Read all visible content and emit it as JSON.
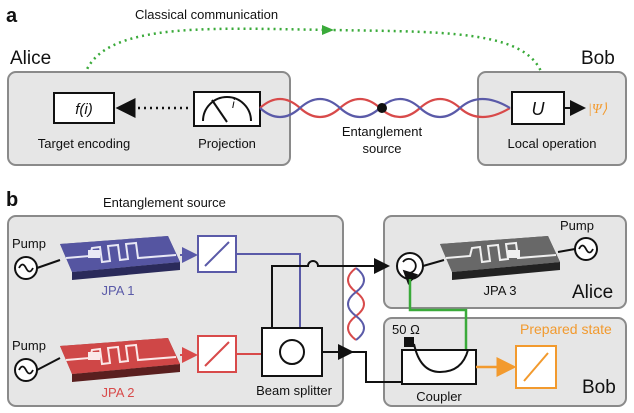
{
  "panel_a": {
    "letter": "a",
    "classical_communication": "Classical communication",
    "alice": "Alice",
    "bob": "Bob",
    "target_encoding": "Target encoding",
    "function_label": "f(i)",
    "projection": "Projection",
    "meter_symbol": "i",
    "entanglement_line1": "Entanglement",
    "entanglement_line2": "source",
    "local_operation": "Local operation",
    "unitary": "U",
    "psi": "|Ψ⟩"
  },
  "panel_b": {
    "letter": "b",
    "entanglement_source": "Entanglement source",
    "pump": "Pump",
    "jpa1": "JPA 1",
    "jpa2": "JPA 2",
    "jpa3": "JPA 3",
    "beam_splitter": "Beam splitter",
    "alice": "Alice",
    "bob": "Bob",
    "fifty_ohm": "50 Ω",
    "coupler": "Coupler",
    "prepared_state": "Prepared state"
  },
  "colors": {
    "blue": "#5a5aa8",
    "red": "#d84a4a",
    "green": "#3aaa3a",
    "orange": "#f29a2e",
    "panel_fill": "#e6e6e6"
  }
}
